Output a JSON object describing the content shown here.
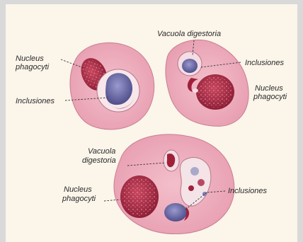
{
  "figure": {
    "labels": {
      "top_left_nucleus_1": "Nucleus",
      "top_left_nucleus_2": "phagocyti",
      "top_left_inclusions": "Inclusiones",
      "top_right_vacuole": "Vacuola digestoria",
      "top_right_inclusions": "Inclusiones",
      "top_right_nucleus_1": "Nucleus",
      "top_right_nucleus_2": "phagocyti",
      "bottom_vacuole_1": "Vacuola",
      "bottom_vacuole_2": "digestoria",
      "bottom_nucleus_1": "Nucleus",
      "bottom_nucleus_2": "phagocyti",
      "bottom_inclusions": "Inclusiones"
    },
    "colors": {
      "cytoplasm": "#eaa5b6",
      "cell_outline": "#c97d92",
      "nucleus": "#b3364f",
      "inclusion": "#6b6aa6",
      "background": "#fbf5ea",
      "frame": "#d9d9d9"
    }
  }
}
